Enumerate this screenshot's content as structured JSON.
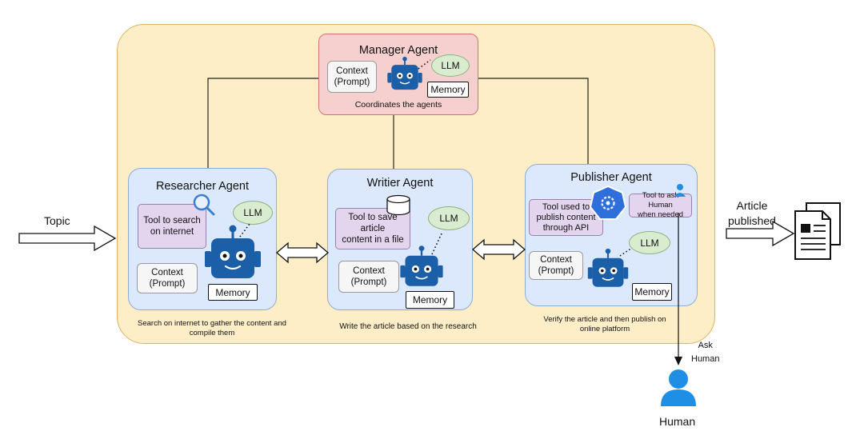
{
  "input_label": "Topic",
  "output_label": "Article\npublished",
  "ask_human_label": "Ask\nHuman",
  "human_label": "Human",
  "manager": {
    "title": "Manager Agent",
    "context": "Context\n(Prompt)",
    "llm": "LLM",
    "memory": "Memory",
    "caption": "Coordinates the agents"
  },
  "researcher": {
    "title": "Researcher Agent",
    "tool": "Tool to search\non internet",
    "llm": "LLM",
    "context": "Context\n(Prompt)",
    "memory": "Memory",
    "caption": "Search on internet to gather the content and\ncompile them"
  },
  "writer": {
    "title": "Writier Agent",
    "tool": "Tool to save article\ncontent in a file",
    "llm": "LLM",
    "context": "Context\n(Prompt)",
    "memory": "Memory",
    "caption": "Write the article based on the research"
  },
  "publisher": {
    "title": "Publisher Agent",
    "tool": "Tool used to\npublish content\nthrough API",
    "tool_human": "Tool to ask Human\nwhen needed",
    "llm": "LLM",
    "context": "Context\n(Prompt)",
    "memory": "Memory",
    "caption": "Verify the article and then publish on\nonline platform"
  },
  "colors": {
    "crew_bg": "#fdeec8",
    "agent_bg": "#dce8fb",
    "manager_bg": "#f6d0cf",
    "tool_bg": "#e4d5ee",
    "llm_bg": "#d9ecd0",
    "robot": "#1b5fa8",
    "human": "#1f8fe5"
  }
}
